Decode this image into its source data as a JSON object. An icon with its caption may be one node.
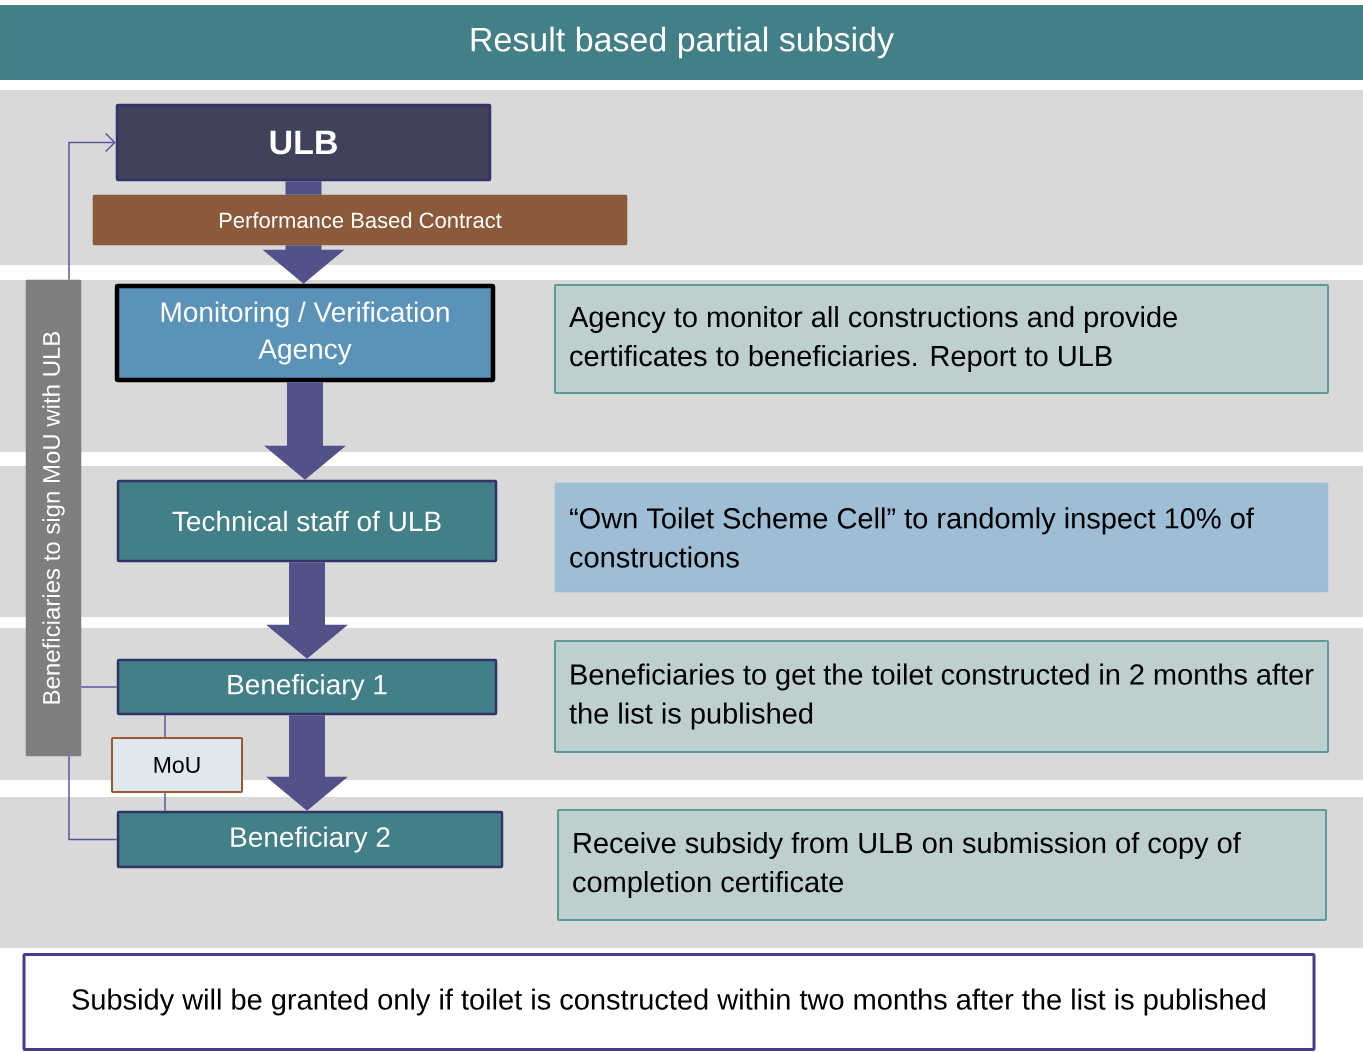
{
  "diagram": {
    "title": "Result based partial subsidy",
    "nodes": [
      {
        "text": [
          "ULB"
        ]
      },
      {
        "text": [
          "Performance Based Contract"
        ]
      },
      {
        "text": [
          "Monitoring / Verification Agency"
        ]
      },
      {
        "text": [
          "Agency to monitor all constructions and provide certificates to beneficiaries. Report to ULB"
        ]
      },
      {
        "text": [
          "Technical staff of  ULB"
        ]
      },
      {
        "text": [
          "“Own Toilet Scheme Cell” to randomly inspect 10% of constructions"
        ]
      },
      {
        "text": [
          "Beneficiary 1"
        ]
      },
      {
        "text": [
          "Beneficiaries to get the toilet constructed in 2 months after the list is published"
        ]
      },
      {
        "text": [
          "MoU"
        ]
      },
      {
        "text": [
          "Beneficiary 2"
        ]
      },
      {
        "text": [
          "Receive subsidy from ULB on submission of copy of completion certificate"
        ]
      },
      {
        "text": [
          "Beneficiaries to sign MoU with ULB"
        ]
      },
      {
        "text": [
          "Subsidy will be granted only if toilet is constructed within two months after the list is published"
        ]
      }
    ],
    "edges": [
      {
        "from": 0,
        "to": 1,
        "arrow": "none",
        "style": "thick"
      },
      {
        "from": 1,
        "to": 2,
        "arrow": "to",
        "style": "thick"
      },
      {
        "from": 2,
        "to": 4,
        "arrow": "to",
        "style": "thick"
      },
      {
        "from": 4,
        "to": 6,
        "arrow": "to",
        "style": "thick"
      },
      {
        "from": 6,
        "to": 9,
        "arrow": "to",
        "style": "thick"
      },
      {
        "from": 11,
        "to": 0,
        "arrow": "to"
      },
      {
        "from": 6,
        "to": 11,
        "arrow": "none"
      },
      {
        "from": 11,
        "to": 9,
        "arrow": "none"
      },
      {
        "from": 6,
        "to": 8,
        "arrow": "none"
      },
      {
        "from": 8,
        "to": 9,
        "arrow": "none"
      }
    ]
  }
}
